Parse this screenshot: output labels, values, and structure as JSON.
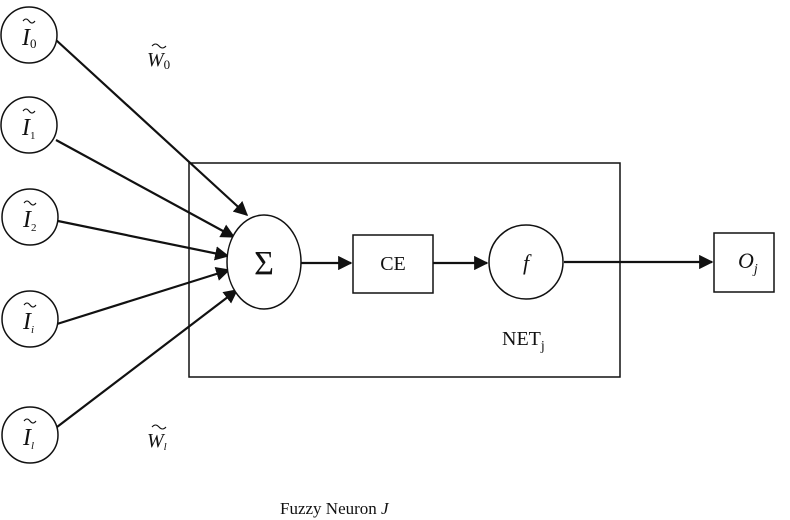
{
  "diagram": {
    "inputs": [
      {
        "id": "i0",
        "letter": "I",
        "sub": "0"
      },
      {
        "id": "i1",
        "letter": "I",
        "sub": "1"
      },
      {
        "id": "i2",
        "letter": "I",
        "sub": "2"
      },
      {
        "id": "ii",
        "letter": "I",
        "sub": "i"
      },
      {
        "id": "il",
        "letter": "I",
        "sub": "l"
      }
    ],
    "weights": [
      {
        "id": "w0",
        "letter": "W",
        "sub": "0"
      },
      {
        "id": "wl",
        "letter": "W",
        "sub": "l"
      }
    ],
    "sum_symbol": "Σ",
    "ce_label": "CE",
    "f_label": "f",
    "net_label": {
      "main": "NET",
      "sub": "j"
    },
    "output": {
      "letter": "O",
      "sub": "j"
    },
    "caption": {
      "main": "Fuzzy Neuron ",
      "italic": "J"
    }
  }
}
